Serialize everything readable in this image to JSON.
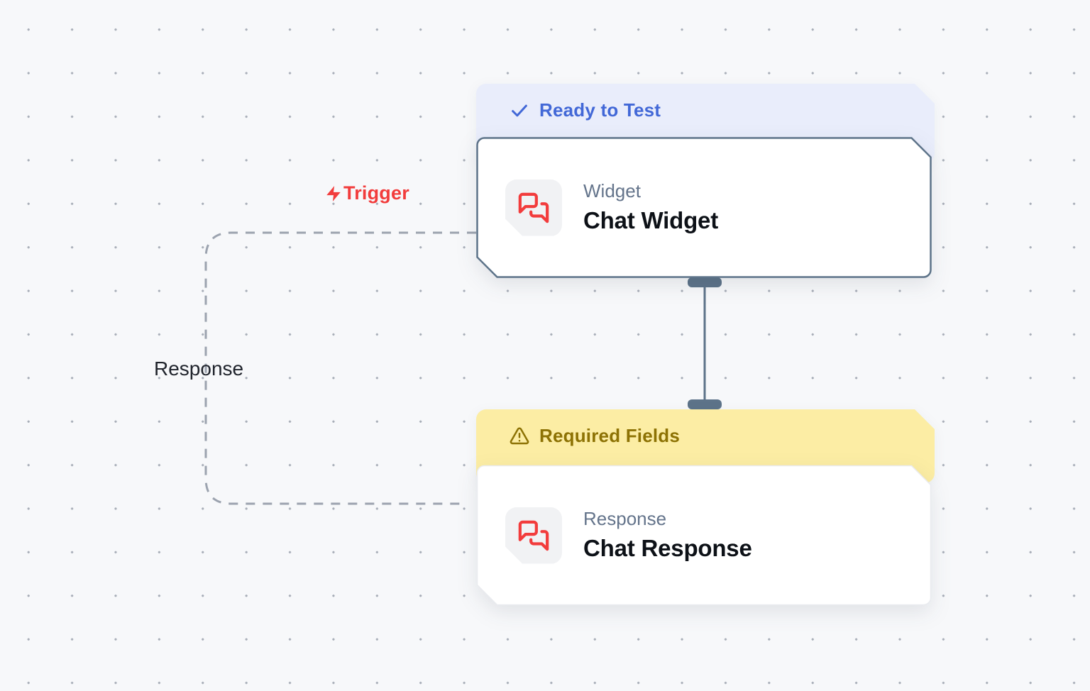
{
  "canvas": {
    "background": "#F7F8FA",
    "dot_color": "#A8AEB8"
  },
  "edges": {
    "trigger_label": "Trigger",
    "response_label": "Response",
    "dashed_color": "#9CA3AF",
    "connector_color": "#5D7389"
  },
  "nodes": [
    {
      "badge": {
        "label": "Ready to Test",
        "icon": "check-icon",
        "bg": "#E9EDFB",
        "text_color": "#4268D7"
      },
      "type_label": "Widget",
      "title": "Chat Widget",
      "icon": "chat-bubbles-icon",
      "icon_color": "#F23C3C",
      "selected": true,
      "border_color": "#5D7389"
    },
    {
      "badge": {
        "label": "Required Fields",
        "icon": "warning-icon",
        "bg": "#FCEDA4",
        "text_color": "#8D7204"
      },
      "type_label": "Response",
      "title": "Chat Response",
      "icon": "chat-bubbles-icon",
      "icon_color": "#F23C3C",
      "selected": false,
      "border_color": "#E9EBEF"
    }
  ]
}
